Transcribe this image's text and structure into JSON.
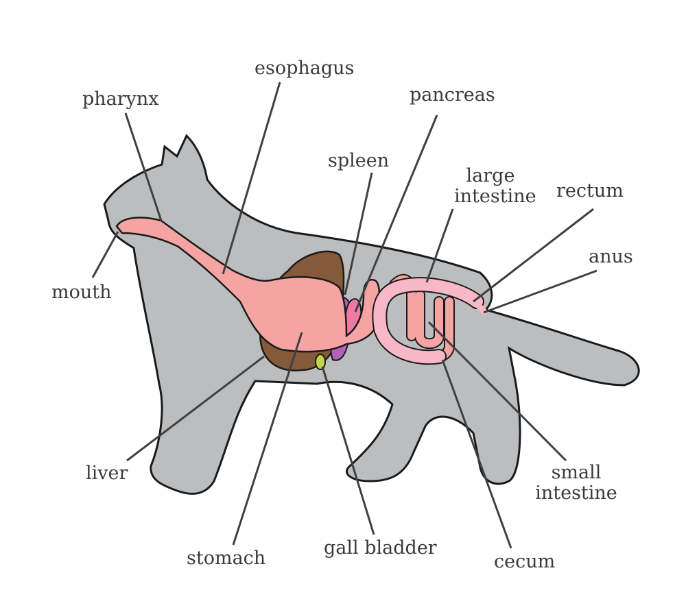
{
  "title": "Cat digestive system",
  "colors": {
    "body": "#bcbdbf",
    "outline": "#1a1a1a",
    "tract": "#f5a3a3",
    "large_intestine": "#f8b8c8",
    "liver": "#855a3a",
    "spleen": "#b560b8",
    "pancreas": "#f07aa5",
    "gall_bladder": "#c3d64a",
    "leader": "#404040"
  },
  "labels": {
    "pharynx": "pharynx",
    "esophagus": "esophagus",
    "pancreas": "pancreas",
    "spleen": "spleen",
    "large_intestine_1": "large",
    "large_intestine_2": "intestine",
    "rectum": "rectum",
    "anus": "anus",
    "mouth": "mouth",
    "liver": "liver",
    "stomach": "stomach",
    "gall_bladder": "gall bladder",
    "small_intestine_1": "small",
    "small_intestine_2": "intestine",
    "cecum": "cecum"
  }
}
